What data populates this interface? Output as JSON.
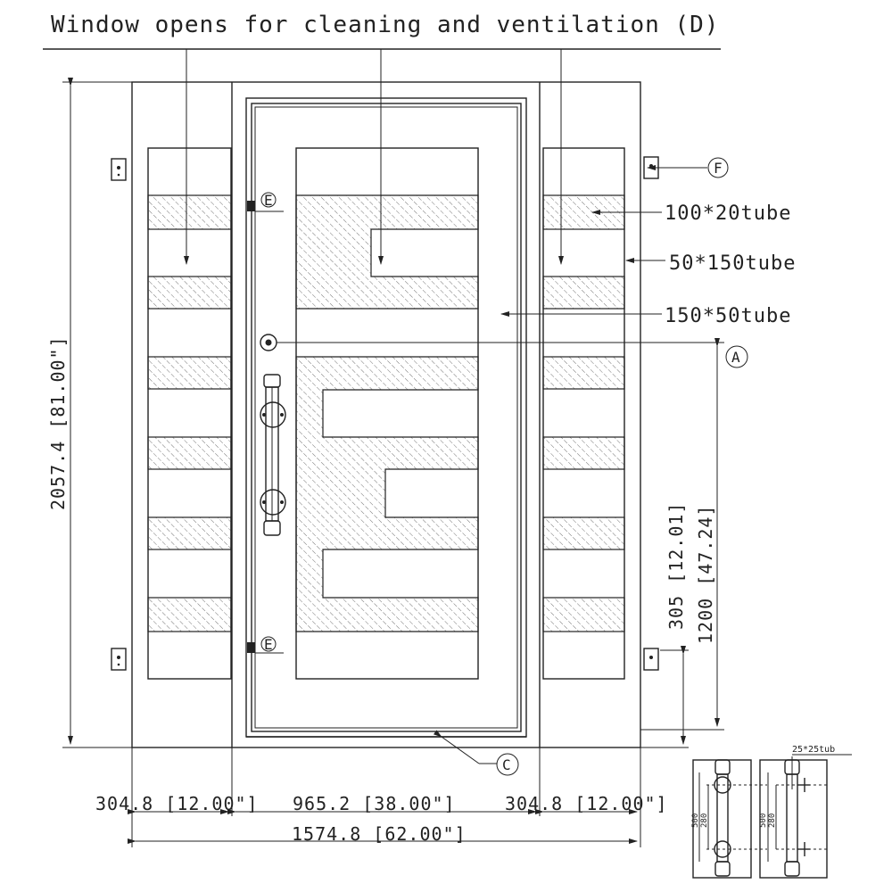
{
  "title": "Window opens for cleaning and ventilation (D)",
  "labels": {
    "tube_100x20": "100*20tube",
    "tube_50x150": "50*150tube",
    "tube_150x50": "150*50tube",
    "tube_25x25": "25*25tub"
  },
  "markers": {
    "a": "A",
    "c": "C",
    "e": "E",
    "f": "F"
  },
  "dimensions": {
    "height_total": "2057.4 [81.00\"]",
    "height_lock": "1200 [47.24]",
    "height_bottom": "305 [12.01]",
    "width_left": "304.8 [12.00\"]",
    "width_door": "965.2 [38.00\"]",
    "width_right": "304.8 [12.00\"]",
    "width_total": "1574.8 [62.00\"]"
  },
  "handle_detail": {
    "dim_outer": "500",
    "dim_inner": "280"
  }
}
